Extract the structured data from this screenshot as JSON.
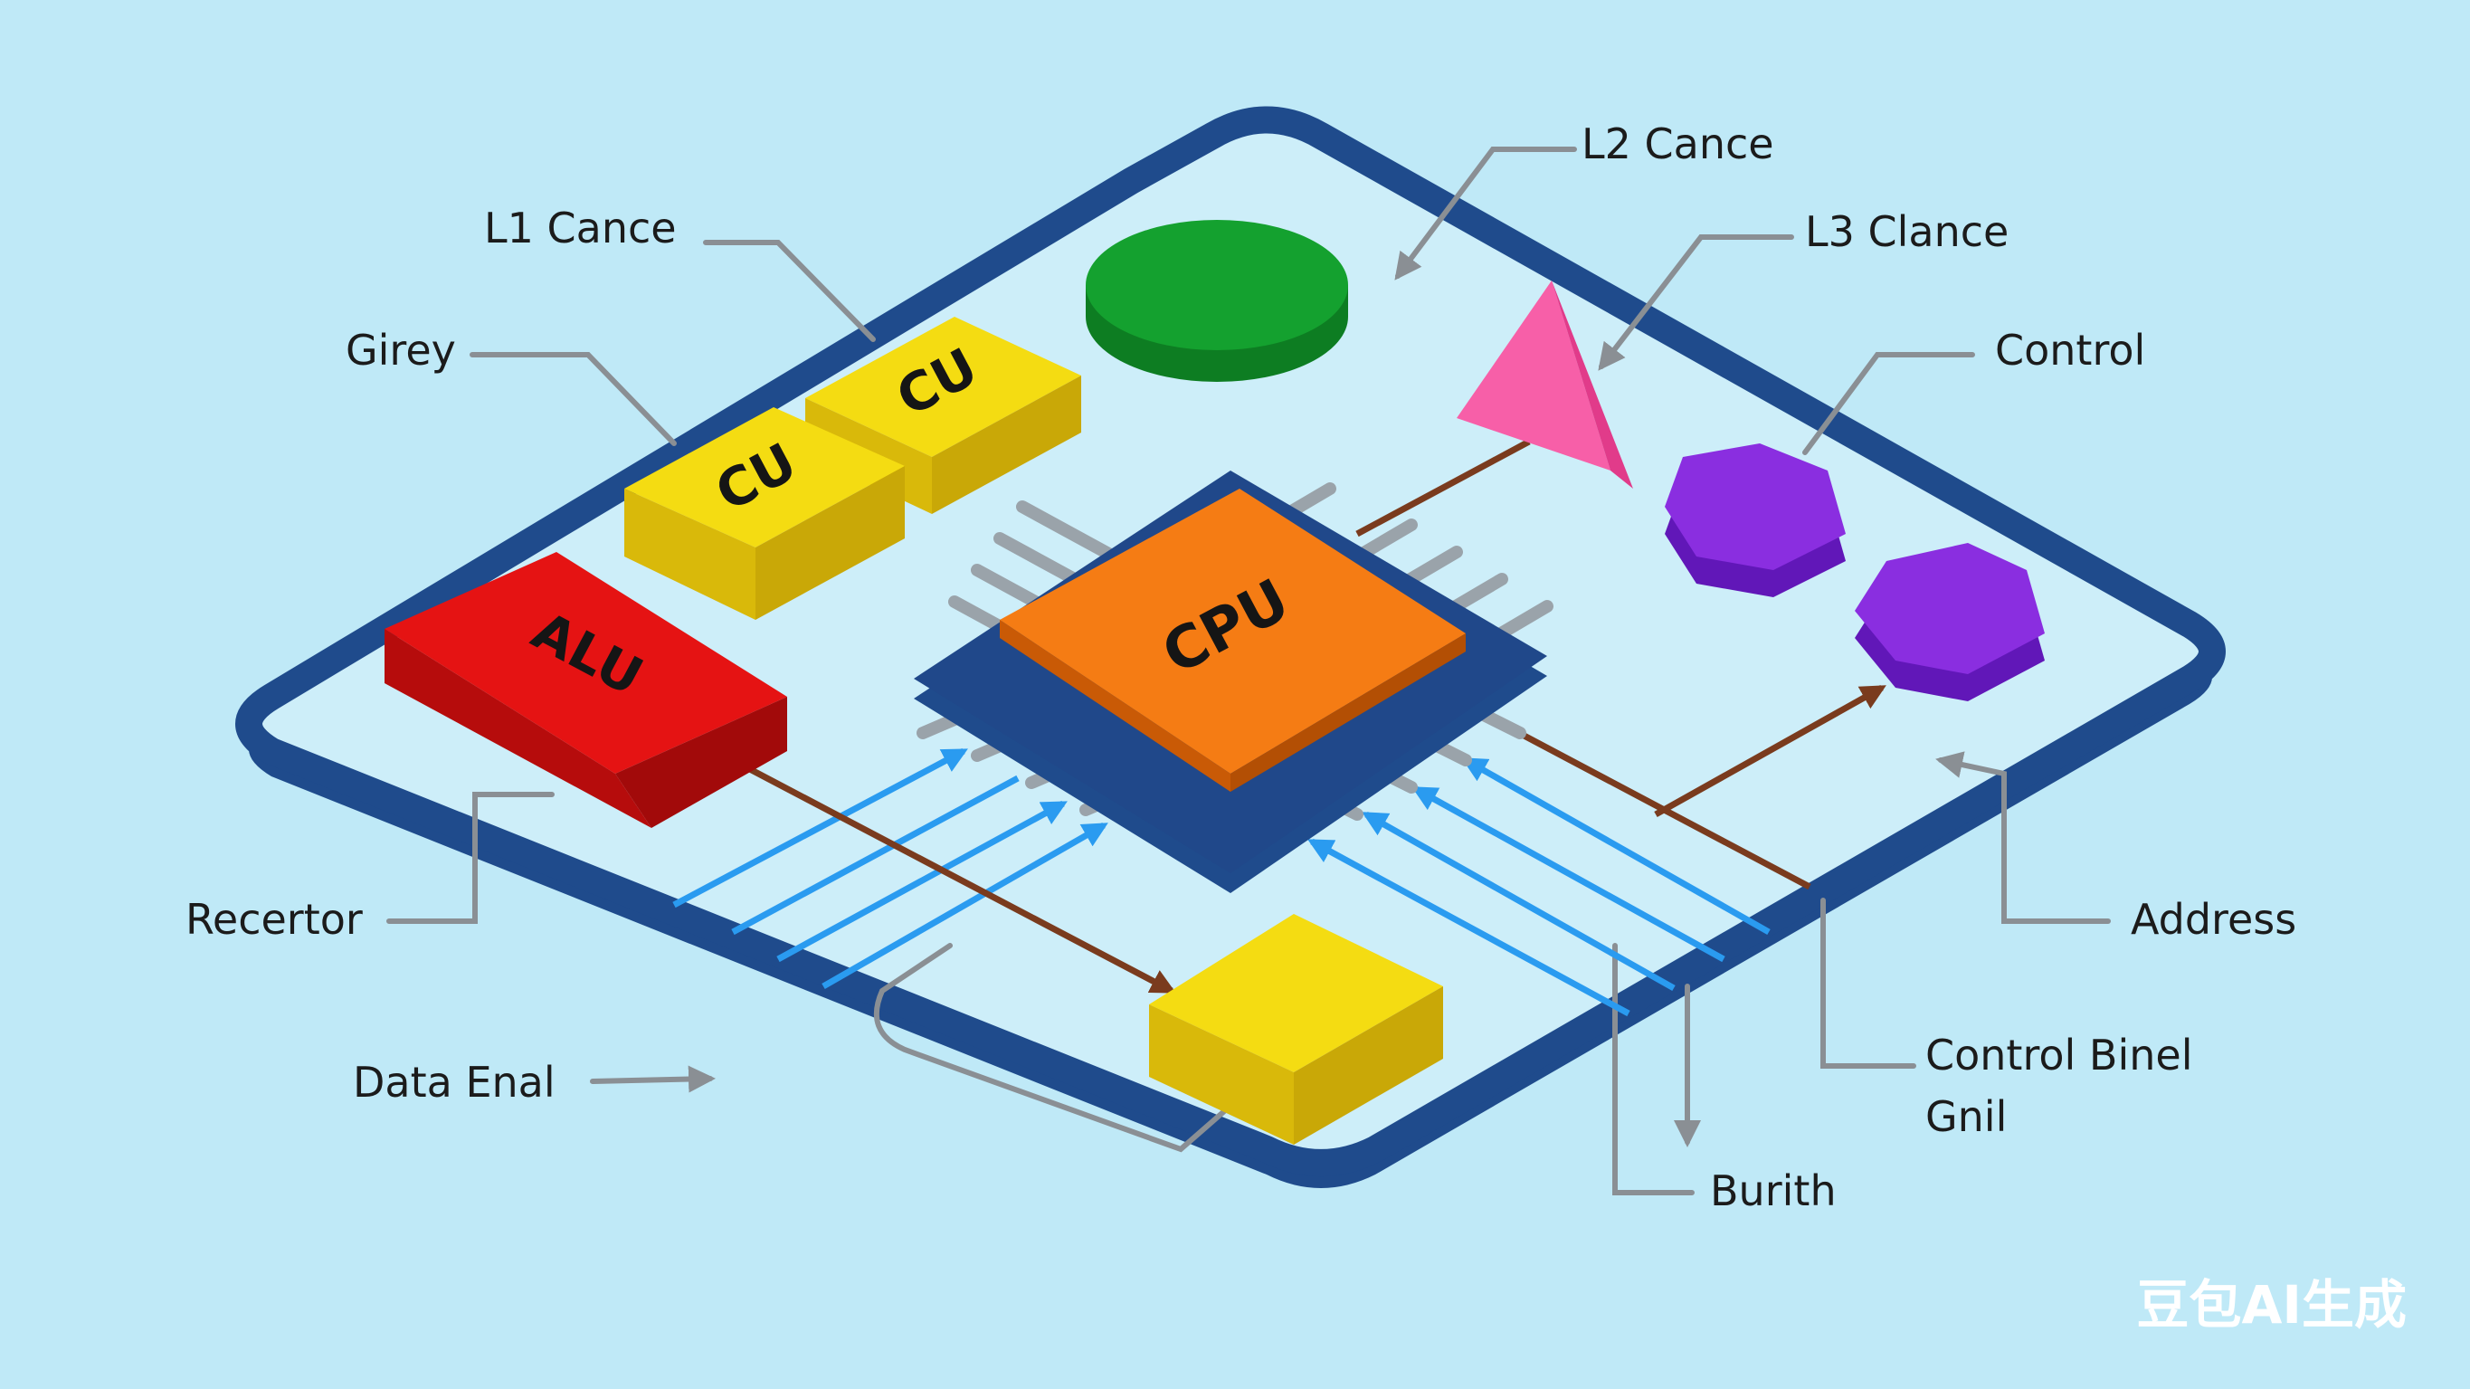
{
  "colors": {
    "background": "#bfe9f7",
    "board": "#1f4b8c",
    "cpu": "#f57c14",
    "alu": "#e51313",
    "cu": "#f4dc12",
    "cache_disc": "#14a12f",
    "pyramid": "#f75fa8",
    "hexagon": "#8a2ee0",
    "data_line": "#2a9bf0",
    "control_line": "#7a3b1e",
    "leader": "#8a8f94"
  },
  "blocks": {
    "cpu": "CPU",
    "alu": "ALU",
    "cu_left": "CU",
    "cu_right": "CU"
  },
  "labels": {
    "l1_cache": "L1 Cance",
    "l2_cache": "L2 Cance",
    "l3_cache": "L3 Clance",
    "control": "Control",
    "girey": "Girey",
    "recertor": "Recertor",
    "data_enal": "Data Enal",
    "address": "Address",
    "control_binel_line1": "Control Binel",
    "control_binel_line2": "Gnil",
    "burith": "Burith"
  },
  "icons": {
    "cache_disc": "green-disc-icon",
    "pyramid": "pink-pyramid-icon",
    "hexagon": "purple-hexagon-icon"
  },
  "watermark": "豆包AI生成"
}
